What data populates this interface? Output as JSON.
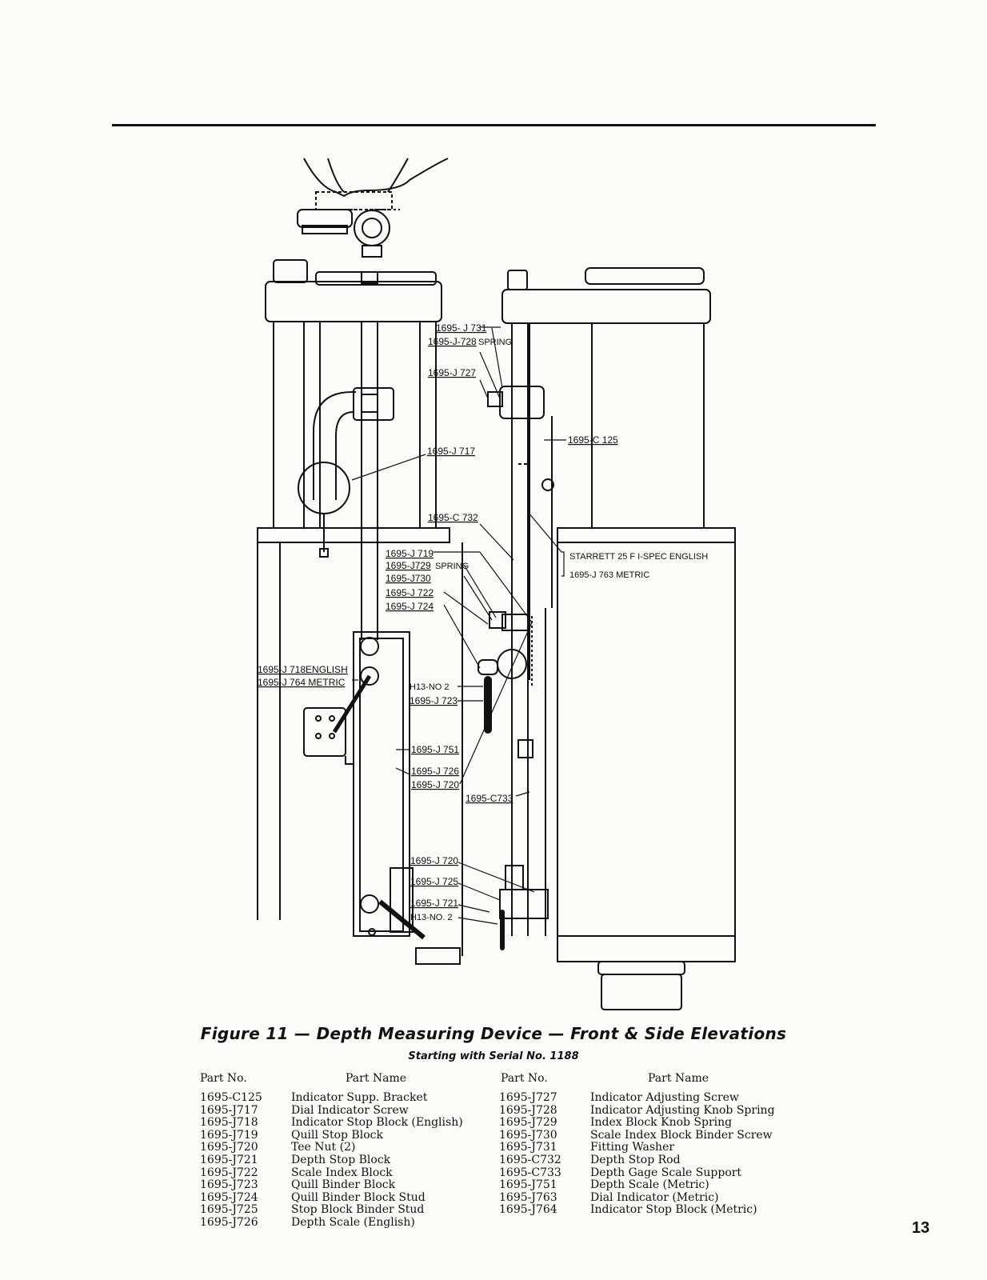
{
  "labels": {
    "j731": "1695- J 731",
    "j728": "1695-J-728",
    "j728_sub": "SPRING",
    "j727": "1695-J 727",
    "c125": "1695-C 125",
    "j717": "1695-J 717",
    "c732": "1695-C 732",
    "j719": "1695-J 719",
    "j729": "1695-J729",
    "j729_sub": "SPRING",
    "j730": "1695-J730",
    "j722": "1695-J 722",
    "j724": "1695-J 724",
    "starrett": "STARRETT 25 F I-SPEC ENGLISH",
    "j763": "1695-J 763 METRIC",
    "j718": "1695-J 718ENGLISH",
    "j764": "1695-J 764 METRIC",
    "h13a": "H13-NO 2",
    "j723": "1695-J 723",
    "j751": "1695-J 751",
    "j726": "1695-J 726",
    "j720a": "1695-J 720",
    "c733": "1695-C733",
    "j720b": "1695-J 720",
    "j725": "1695-J 725",
    "j721": "1695-J 721",
    "h13b": "H13-NO. 2"
  },
  "caption": {
    "title": "Figure 11 — Depth Measuring Device — Front & Side Elevations",
    "subtitle": "Starting with Serial No. 1188"
  },
  "table": {
    "header_part_no": "Part No.",
    "header_part_name": "Part Name",
    "left": [
      {
        "no": "1695-C125",
        "name": "Indicator Supp. Bracket"
      },
      {
        "no": "1695-J717",
        "name": "Dial Indicator Screw"
      },
      {
        "no": "1695-J718",
        "name": "Indicator Stop Block (English)"
      },
      {
        "no": "1695-J719",
        "name": "Quill Stop Block"
      },
      {
        "no": "1695-J720",
        "name": "Tee Nut (2)"
      },
      {
        "no": "1695-J721",
        "name": "Depth Stop Block"
      },
      {
        "no": "1695-J722",
        "name": "Scale Index Block"
      },
      {
        "no": "1695-J723",
        "name": "Quill Binder Block"
      },
      {
        "no": "1695-J724",
        "name": "Quill Binder Block Stud"
      },
      {
        "no": "1695-J725",
        "name": "Stop Block Binder Stud"
      },
      {
        "no": "1695-J726",
        "name": "Depth Scale (English)"
      }
    ],
    "right": [
      {
        "no": "1695-J727",
        "name": "Indicator Adjusting Screw"
      },
      {
        "no": "1695-J728",
        "name": "Indicator Adjusting Knob Spring"
      },
      {
        "no": "1695-J729",
        "name": "Index Block Knob Spring"
      },
      {
        "no": "1695-J730",
        "name": "Scale Index Block Binder Screw"
      },
      {
        "no": "1695-J731",
        "name": "Fitting Washer"
      },
      {
        "no": "1695-C732",
        "name": "Depth Stop Rod"
      },
      {
        "no": "1695-C733",
        "name": "Depth Gage Scale Support"
      },
      {
        "no": "1695-J751",
        "name": "Depth Scale (Metric)"
      },
      {
        "no": "1695-J763",
        "name": "Dial Indicator (Metric)"
      },
      {
        "no": "1695-J764",
        "name": "Indicator Stop Block (Metric)"
      }
    ]
  },
  "page_number": "13"
}
